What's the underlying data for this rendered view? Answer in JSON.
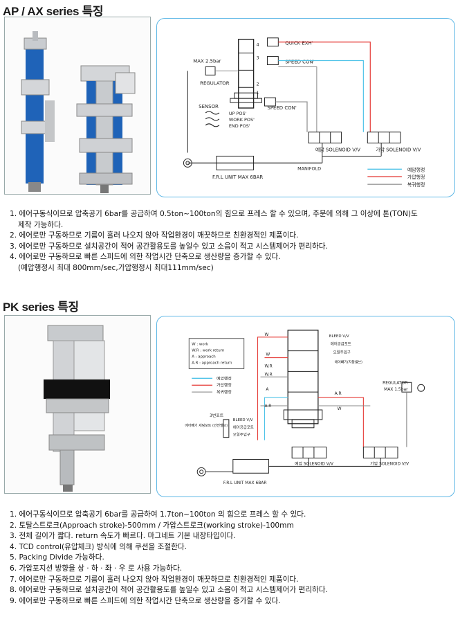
{
  "ap_section": {
    "title": "AP / AX series 특징",
    "diagram": {
      "quick_exh": "QUICK EXH'",
      "speed_con_1": "SPEED CON'",
      "speed_con_2": "SPEED CON'",
      "max_pressure": "MAX 2.5bar",
      "regulator": "REGULATOR",
      "sensor": "SENSOR",
      "up_pos": "UP POS'",
      "work_pos": "WORK POS'",
      "end_pos": "END POS'",
      "solenoid_pre": "예압 SOLENOID V/V",
      "solenoid_press": "가압 SOLENOID V/V",
      "manifold": "MANIFOLD",
      "frl": "F.R.L UNIT MAX 6BAR",
      "port_4": "4",
      "port_3": "3",
      "port_2": "2",
      "port_1": "1",
      "legend": [
        {
          "label": "예압행정",
          "color": "#4fc3e8"
        },
        {
          "label": "가압행정",
          "color": "#e53935"
        },
        {
          "label": "복귀행정",
          "color": "#999999"
        }
      ]
    },
    "items": [
      "1. 에어구동식이므로 압축공기 6bar를 공급하여  0.5ton~100ton의 힘으로 프레스 할 수 있으며, 주문에 의해 그 이상에 톤(TON)도",
      "제작 가능하다.",
      "2. 에어로만 구동하므로 기름이 흘러 나오지 않아 작업환경이 깨끗하므로 친환경적인 제품이다.",
      "3. 에어로만 구동하므로 설치공간이 적어 공간활용도를 높일수 있고 소음이 적고 시스템제어가 편리하다.",
      "4. 에어로만 구동하므로 빠른 스피드에 의한 작업시간 단축으로 생산량을 증가할 수 있다.",
      "(예압행정시 최대 800mm/sec,가압행정시 최대111mm/sec)"
    ]
  },
  "pk_section": {
    "title": "PK series 특징",
    "diagram": {
      "legend_w": "W    : work",
      "legend_wr": "W.R : work return",
      "legend_a": "A     : approach",
      "legend_ar": "A.R  : approach return",
      "line_legend": [
        {
          "label": "예압행정",
          "color": "#4fc3e8"
        },
        {
          "label": "가압행정",
          "color": "#e53935"
        },
        {
          "label": "복귀행정",
          "color": "#999999"
        }
      ],
      "bleed": "BLEED V/V",
      "air_port": "에어공급포트",
      "oil_port": "오일주입구",
      "air_vent": "에어빼기(자동밸브)",
      "w1": "W",
      "w2": "W",
      "wr1": "W.R",
      "wr2": "W.R",
      "a1": "A",
      "ar1": "A.R",
      "ar2": "A.R",
      "w3": "W",
      "detail_title": "3번포트",
      "detail_air_vent": "에어빼기 세팅포트 (안전밸브)",
      "detail_bleed": "BLEED V/V",
      "detail_air_port": "에어공급포트",
      "detail_oil": "오일주입구",
      "regulator": "REGULATOR",
      "max_pressure": "MAX 1.5bar",
      "solenoid_pre": "예압 SOLENOID V/V",
      "solenoid_press": "가압 SOLENOID V/V",
      "frl": "F.R.L UNIT MAX 6BAR"
    },
    "items": [
      "1. 에어구동식이므로 압축공기 6bar를 공급하여 1.7ton~100ton 의 힘으로 프레스 할 수 있다.",
      "2. 토탈스트로크(Approach stroke)-500mm / 가압스트로크(working stroke)-100mm",
      "3. 전체 길이가 짧다. return 속도가 빠르다. 마그네트 기본 내장타입이다.",
      "4. TCD control(유압체크) 방식에 의해 쿠션을 조절한다.",
      "5. Packing Divide 가능하다.",
      "6. 가압포지션 방향을 상 · 하 · 좌 · 우 로 사용 가능하다.",
      "7. 에어로만 구동하므로 기름이 흘러 나오지 않아 작업환경이 깨끗하므로 친환경적인 제품이다.",
      "8. 에어로만 구동하므로 설치공간이 적어 공간활용도를 높일수 있고 소음이 적고 시스템제어가 편리하다.",
      "9. 에어로만 구동하므로 빠른 스피드에 의한 작업시간 단축으로 생산량을 증가할 수 있다."
    ]
  }
}
